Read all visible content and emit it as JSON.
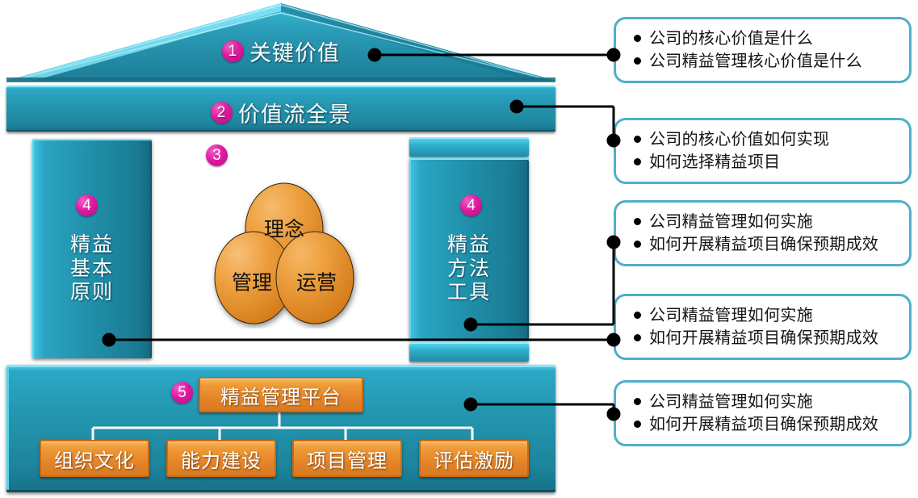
{
  "colors": {
    "teal_light": "#54d6f0",
    "teal": "#2395af",
    "teal_dark": "#14697e",
    "orange": "#ef9936",
    "orange_dark": "#c96a10",
    "magenta": "#e0199f",
    "callout_border": "#4fafcb",
    "background": "#ffffff"
  },
  "house": {
    "roof": {
      "badge": "1",
      "label": "关键价值"
    },
    "band": {
      "badge": "2",
      "label": "价值流全景"
    },
    "center_badge": "3",
    "pillar_left": {
      "badge": "4",
      "lines": [
        "精益",
        "基本",
        "原则"
      ]
    },
    "pillar_right": {
      "badge": "4",
      "lines": [
        "精益",
        "方法",
        "工具"
      ]
    },
    "venn": {
      "circles": [
        {
          "label": "理念",
          "name": "venn-circle-top"
        },
        {
          "label": "管理",
          "name": "venn-circle-left"
        },
        {
          "label": "运营",
          "name": "venn-circle-right"
        }
      ]
    },
    "base": {
      "badge": "5",
      "platform_label": "精益管理平台",
      "leaves": [
        "组织文化",
        "能力建设",
        "项目管理",
        "评估激励"
      ]
    }
  },
  "callouts": [
    {
      "id": "callout-1",
      "lines": [
        "公司的核心价值是什么",
        "公司精益管理核心价值是什么"
      ]
    },
    {
      "id": "callout-2",
      "lines": [
        "公司的核心价值如何实现",
        "如何选择精益项目"
      ]
    },
    {
      "id": "callout-3",
      "lines": [
        "公司精益管理如何实施",
        "如何开展精益项目确保预期成效"
      ]
    },
    {
      "id": "callout-4",
      "lines": [
        "公司精益管理如何实施",
        "如何开展精益项目确保预期成效"
      ]
    },
    {
      "id": "callout-5",
      "lines": [
        "公司精益管理如何实施",
        "如何开展精益项目确保预期成效"
      ]
    }
  ]
}
